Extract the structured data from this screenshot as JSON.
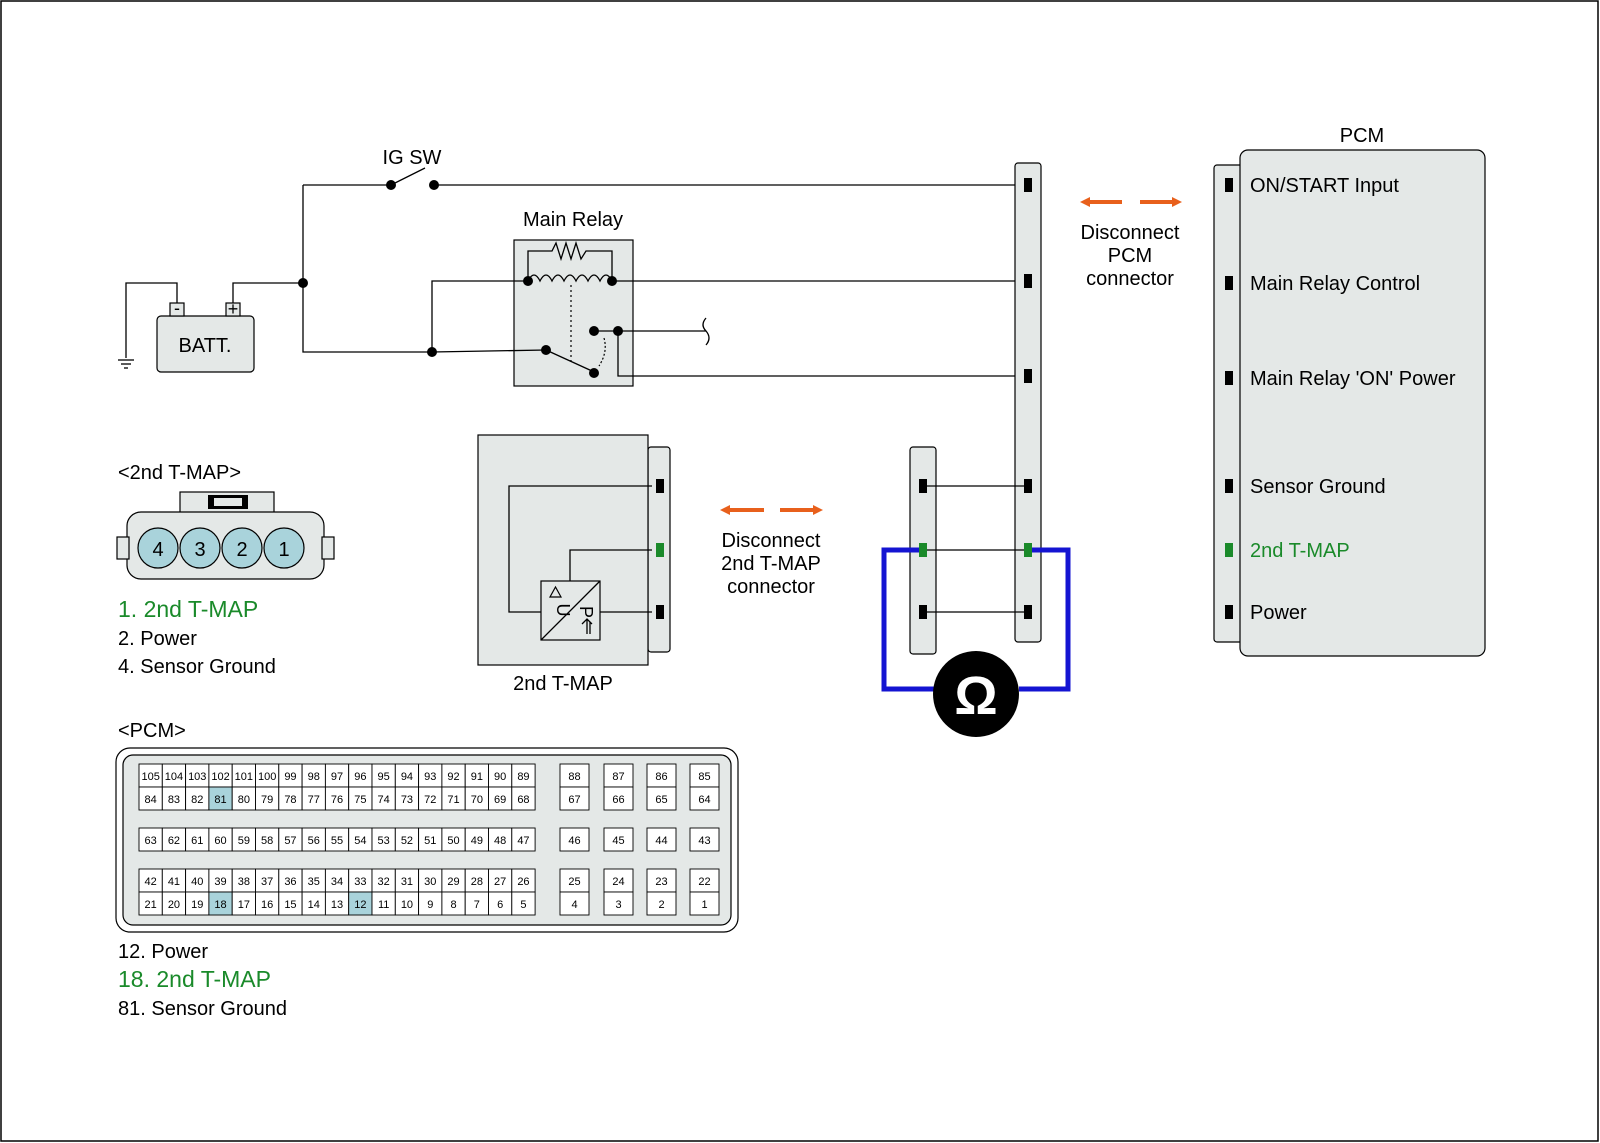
{
  "diagram": {
    "switch_label": "IG SW",
    "relay_label": "Main Relay",
    "battery_label": "BATT.",
    "battery_neg": "-",
    "battery_pos": "+",
    "tmap_box_label": "2nd T-MAP",
    "pcm_title": "PCM",
    "pcm_pins": [
      {
        "label": "ON/START Input",
        "highlight": false
      },
      {
        "label": "Main Relay Control",
        "highlight": false
      },
      {
        "label": "Main Relay 'ON' Power",
        "highlight": false
      },
      {
        "label": "Sensor Ground",
        "highlight": false
      },
      {
        "label": "2nd T-MAP",
        "highlight": true
      },
      {
        "label": "Power",
        "highlight": false
      }
    ],
    "disconnect_pcm": [
      "Disconnect",
      "PCM",
      "connector"
    ],
    "disconnect_tmap": [
      "Disconnect",
      "2nd T-MAP",
      "connector"
    ],
    "meter_symbol": "Ω",
    "sensor_symbols": {
      "u": "U",
      "p": "P"
    },
    "colors": {
      "highlight": "#1a8a2a",
      "arrow": "#e8601c",
      "meter_lead": "#1414d2",
      "pin_fill": "#a9d3db"
    }
  },
  "tmap_connector": {
    "title": "<2nd T-MAP>",
    "pins": [
      "4",
      "3",
      "2",
      "1"
    ],
    "legend": [
      {
        "text": "1. 2nd T-MAP",
        "highlight": true
      },
      {
        "text": "2. Power",
        "highlight": false
      },
      {
        "text": "4. Sensor Ground",
        "highlight": false
      }
    ]
  },
  "pcm_connector": {
    "title": "<PCM>",
    "rows": [
      [
        "105",
        "104",
        "103",
        "102",
        "101",
        "100",
        "99",
        "98",
        "97",
        "96",
        "95",
        "94",
        "93",
        "92",
        "91",
        "90",
        "89"
      ],
      [
        "84",
        "83",
        "82",
        "81",
        "80",
        "79",
        "78",
        "77",
        "76",
        "75",
        "74",
        "73",
        "72",
        "71",
        "70",
        "69",
        "68"
      ],
      [
        "63",
        "62",
        "61",
        "60",
        "59",
        "58",
        "57",
        "56",
        "55",
        "54",
        "53",
        "52",
        "51",
        "50",
        "49",
        "48",
        "47"
      ],
      [
        "42",
        "41",
        "40",
        "39",
        "38",
        "37",
        "36",
        "35",
        "34",
        "33",
        "32",
        "31",
        "30",
        "29",
        "28",
        "27",
        "26"
      ],
      [
        "21",
        "20",
        "19",
        "18",
        "17",
        "16",
        "15",
        "14",
        "13",
        "12",
        "11",
        "10",
        "9",
        "8",
        "7",
        "6",
        "5"
      ]
    ],
    "side_columns": [
      [
        "88",
        "67",
        "46",
        "25",
        "4"
      ],
      [
        "87",
        "66",
        "45",
        "24",
        "3"
      ],
      [
        "86",
        "65",
        "44",
        "23",
        "2"
      ],
      [
        "85",
        "64",
        "43",
        "22",
        "1"
      ]
    ],
    "highlighted": [
      "81",
      "18",
      "12"
    ],
    "legend": [
      {
        "text": "12. Power",
        "highlight": false
      },
      {
        "text": "18. 2nd T-MAP",
        "highlight": true
      },
      {
        "text": "81. Sensor Ground",
        "highlight": false
      }
    ]
  }
}
